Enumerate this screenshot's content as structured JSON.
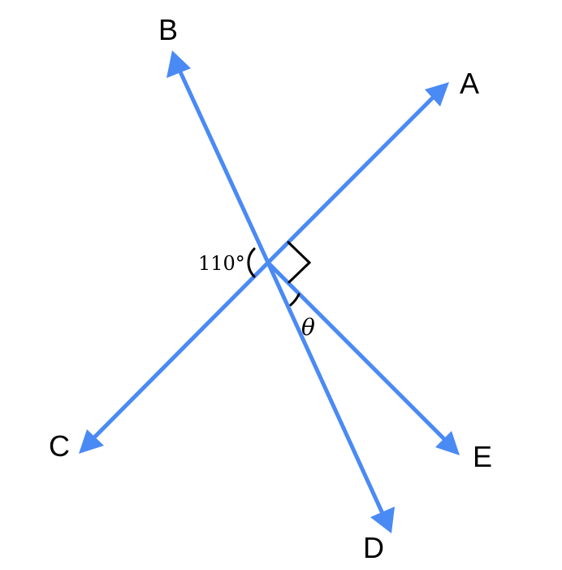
{
  "diagram": {
    "ray_color": "#4a8af4",
    "mark_color": "#000000",
    "points": {
      "a": "A",
      "b": "B",
      "c": "C",
      "d": "D",
      "e": "E"
    },
    "angles": {
      "given": "110°",
      "unknown": "θ",
      "right_angle_between": [
        "A",
        "E"
      ]
    }
  }
}
